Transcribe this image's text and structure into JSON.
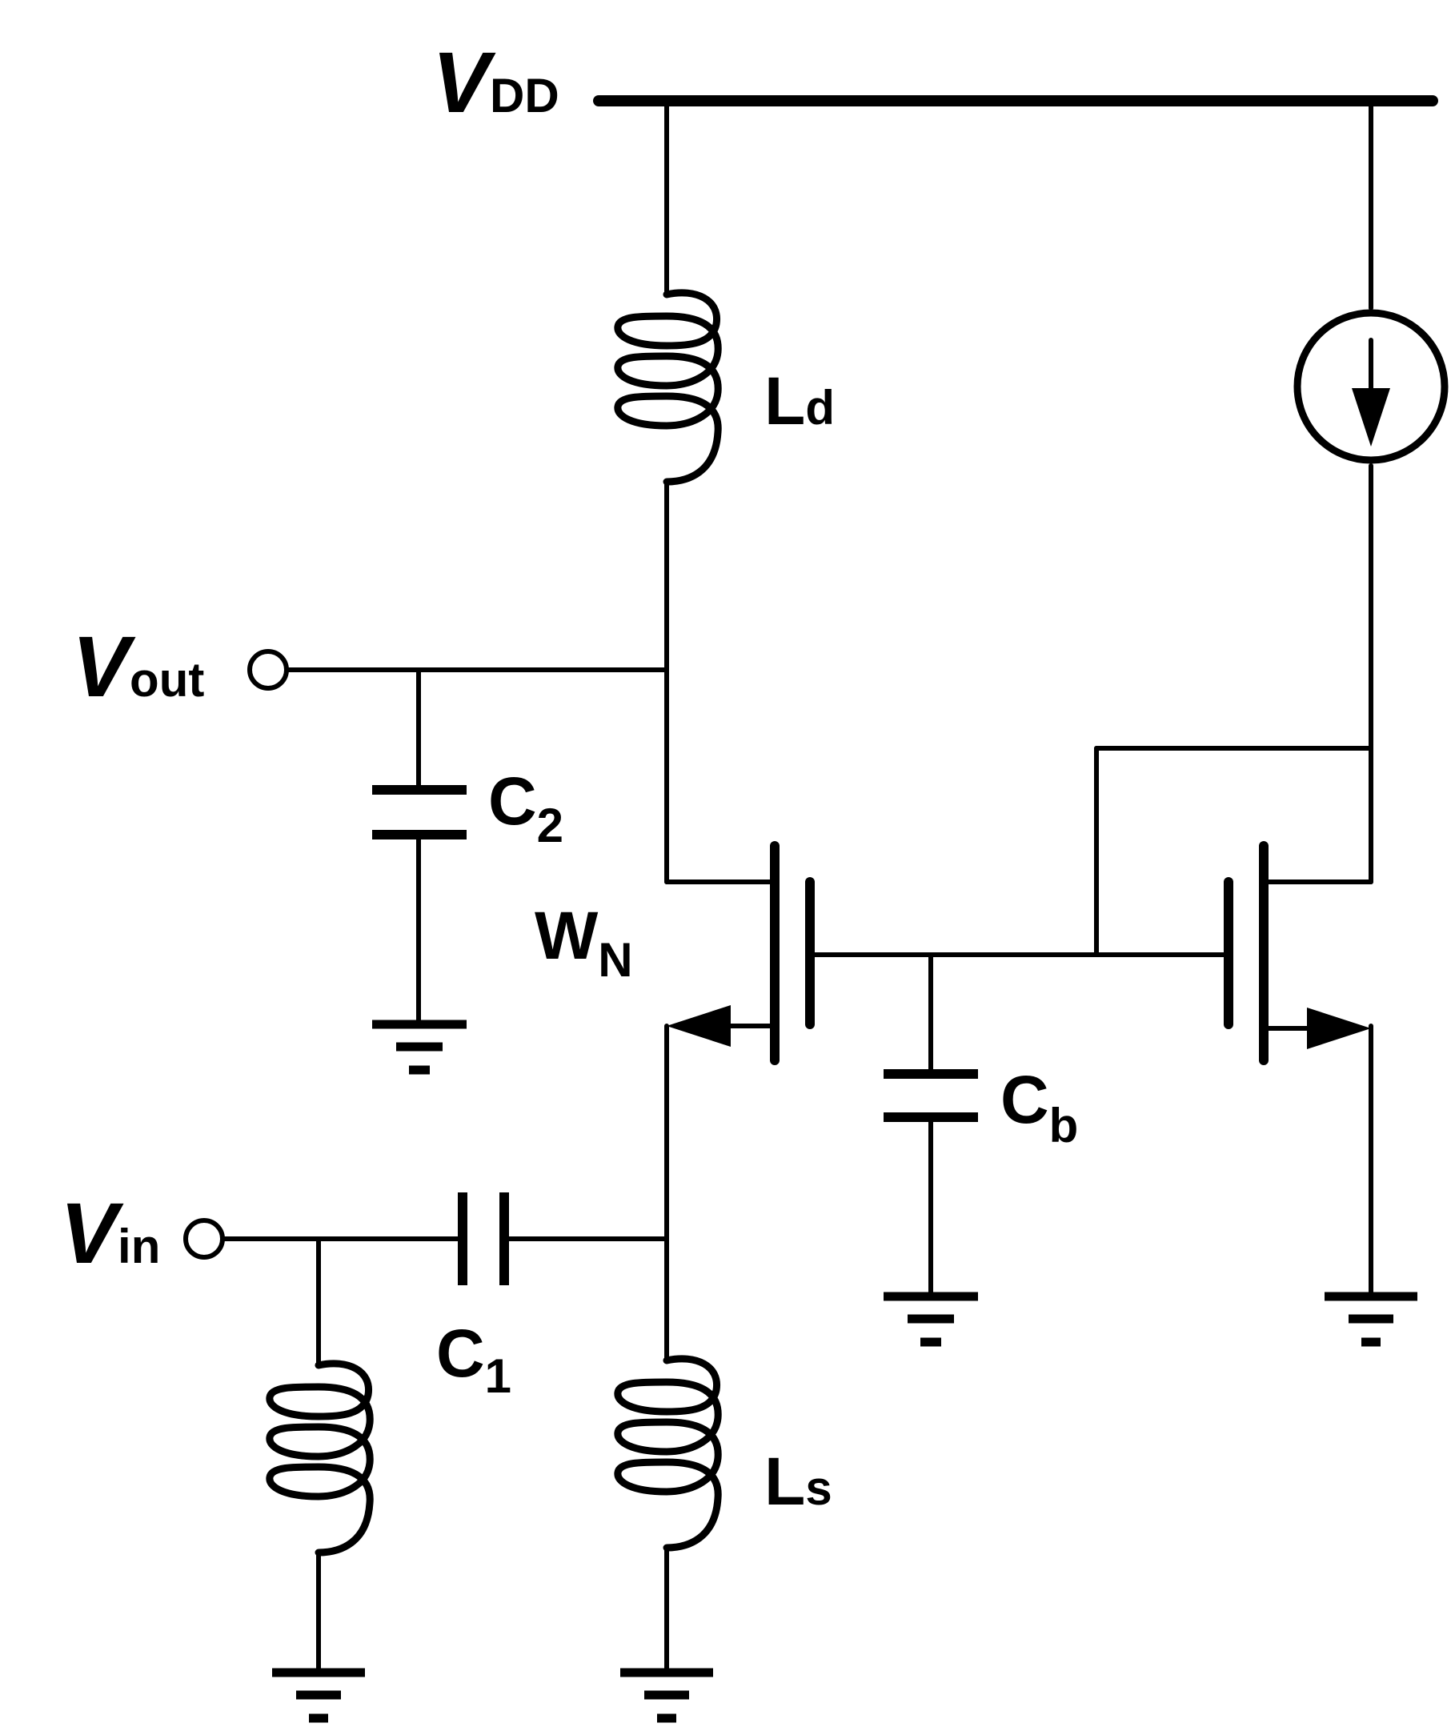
{
  "labels": {
    "vdd": {
      "main": "V",
      "sub": "DD"
    },
    "vout": {
      "main": "V",
      "sub": "out"
    },
    "vin": {
      "main": "V",
      "sub": "in"
    },
    "ld": {
      "main": "L",
      "sub": "d"
    },
    "ls": {
      "main": "L",
      "sub": "s"
    },
    "c1": {
      "main": "C",
      "sub": "1"
    },
    "c2": {
      "main": "C",
      "sub": "2"
    },
    "cb": {
      "main": "C",
      "sub": "b"
    },
    "wn": {
      "main": "W",
      "sub": "N"
    }
  }
}
